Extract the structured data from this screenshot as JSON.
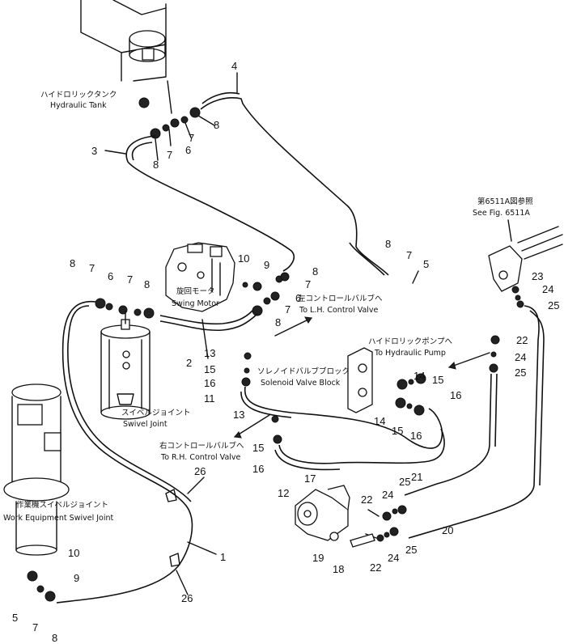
{
  "labels": {
    "hydraulic_tank_jp": "ハイドロリックタンク",
    "hydraulic_tank_en": "Hydraulic Tank",
    "swing_motor_jp": "旋回モータ",
    "swing_motor_en": "Swing Motor",
    "swivel_joint_jp": "スイベルジョイント",
    "swivel_joint_en": "Swivel Joint",
    "work_swivel_jp": "作業機スイベルジョイント",
    "work_swivel_en": "Work Equipment Swivel Joint",
    "lh_valve_jp": "左コントロールバルブへ",
    "lh_valve_en": "To L.H. Control Valve",
    "rh_valve_jp": "右コントロールバルブへ",
    "rh_valve_en": "To R.H. Control Valve",
    "pump_jp": "ハイドロリックポンプへ",
    "pump_en": "To Hydraulic Pump",
    "solenoid_jp": "ソレノイドバルブブロック",
    "solenoid_en": "Solenoid Valve Block",
    "see_fig_jp": "第6511A図参照",
    "see_fig_en": "See Fig. 6511A"
  },
  "part_numbers": {
    "n1": "1",
    "n2": "2",
    "n3": "3",
    "n4": "4",
    "n5": "5",
    "n6": "6",
    "n7": "7",
    "n8": "8",
    "n9": "9",
    "n10": "10",
    "n11": "11",
    "n12": "12",
    "n13": "13",
    "n14": "14",
    "n15": "15",
    "n16": "16",
    "n17": "17",
    "n18": "18",
    "n19": "19",
    "n20": "20",
    "n21": "21",
    "n22": "22",
    "n23": "23",
    "n24": "24",
    "n25": "25",
    "n26": "26"
  }
}
